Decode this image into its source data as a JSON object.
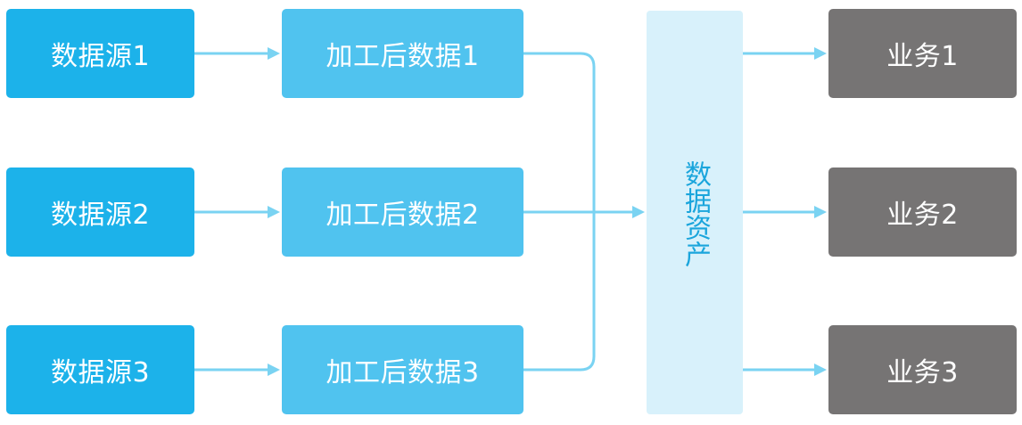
{
  "diagram": {
    "sources": [
      "数据源1",
      "数据源2",
      "数据源3"
    ],
    "processed": [
      "加工后数据1",
      "加工后数据2",
      "加工后数据3"
    ],
    "asset": "数据资产",
    "business": [
      "业务1",
      "业务2",
      "业务3"
    ]
  },
  "colors": {
    "source_box": "#1cb2ea",
    "processed_box": "#50c3ef",
    "asset_panel": "#d8f1fb",
    "asset_text": "#1aa5dc",
    "business_box": "#767474",
    "arrow": "#7ad3f2"
  }
}
